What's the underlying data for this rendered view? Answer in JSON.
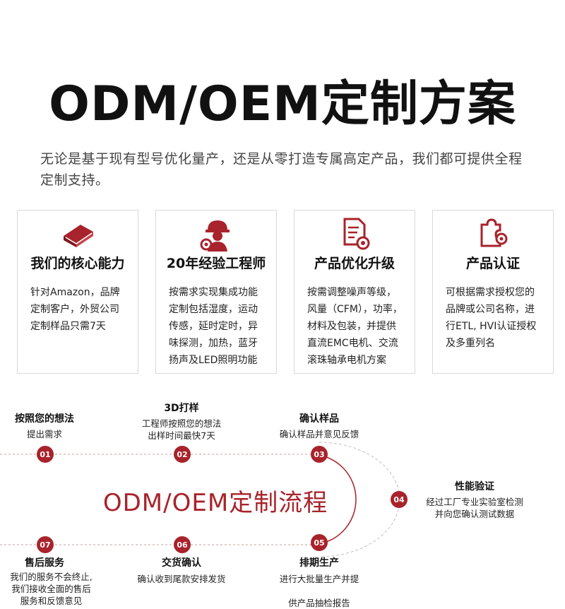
{
  "title": "ODM/OEM定制方案",
  "intro": "无论是基于现有型号优化量产，还是从零打造专属高定产品，我们都可提供全程定制支持。",
  "cards": [
    {
      "icon": "book-icon",
      "title": "我们的核心能力",
      "body": "针对Amazon，品牌\n定制客户，外贸公司\n定制样品只需7天"
    },
    {
      "icon": "engineer-icon",
      "title": "20年经验工程师",
      "body": "按需求实现集成功能\n定制包括湿度，运动\n传感，延时定时，异\n味探测，加热，蓝牙\n扬声及LED照明功能"
    },
    {
      "icon": "document-gear-icon",
      "title": "产品优化升级",
      "body": "按需调整噪声等级，\n风量（CFM），功率，\n材料及包装，并提供\n直流EMC电机、交流\n滚珠轴承电机方案"
    },
    {
      "icon": "puzzle-gear-icon",
      "title": "产品认证",
      "body": "可根据需求授权您的\n品牌或公司名称，进\n行ETL, HVI认证授权\n及多重列名"
    }
  ],
  "flow": {
    "title": "ODM/OEM定制流程",
    "steps": [
      {
        "num": "01",
        "title": "按照您的想法",
        "desc": "提出需求"
      },
      {
        "num": "02",
        "title": "3D打样",
        "desc": "工程师按照您的想法\n出样时间最快7天"
      },
      {
        "num": "03",
        "title": "确认样品",
        "desc": "确认样品并意见反馈"
      },
      {
        "num": "04",
        "title": "性能验证",
        "desc": "经过工厂专业实验室检测\n并向您确认测试数据"
      },
      {
        "num": "05",
        "title": "排期生产",
        "desc": "进行大批量生产并提\n\n供产品抽检报告"
      },
      {
        "num": "06",
        "title": "交货确认",
        "desc": "确认收到尾款安排发货"
      },
      {
        "num": "07",
        "title": "售后服务",
        "desc": "我们的服务不会终止,\n我们接收全面的售后\n服务和反馈意见"
      }
    ]
  },
  "colors": {
    "accent": "#a8232b",
    "track": "#d8b0b0"
  }
}
